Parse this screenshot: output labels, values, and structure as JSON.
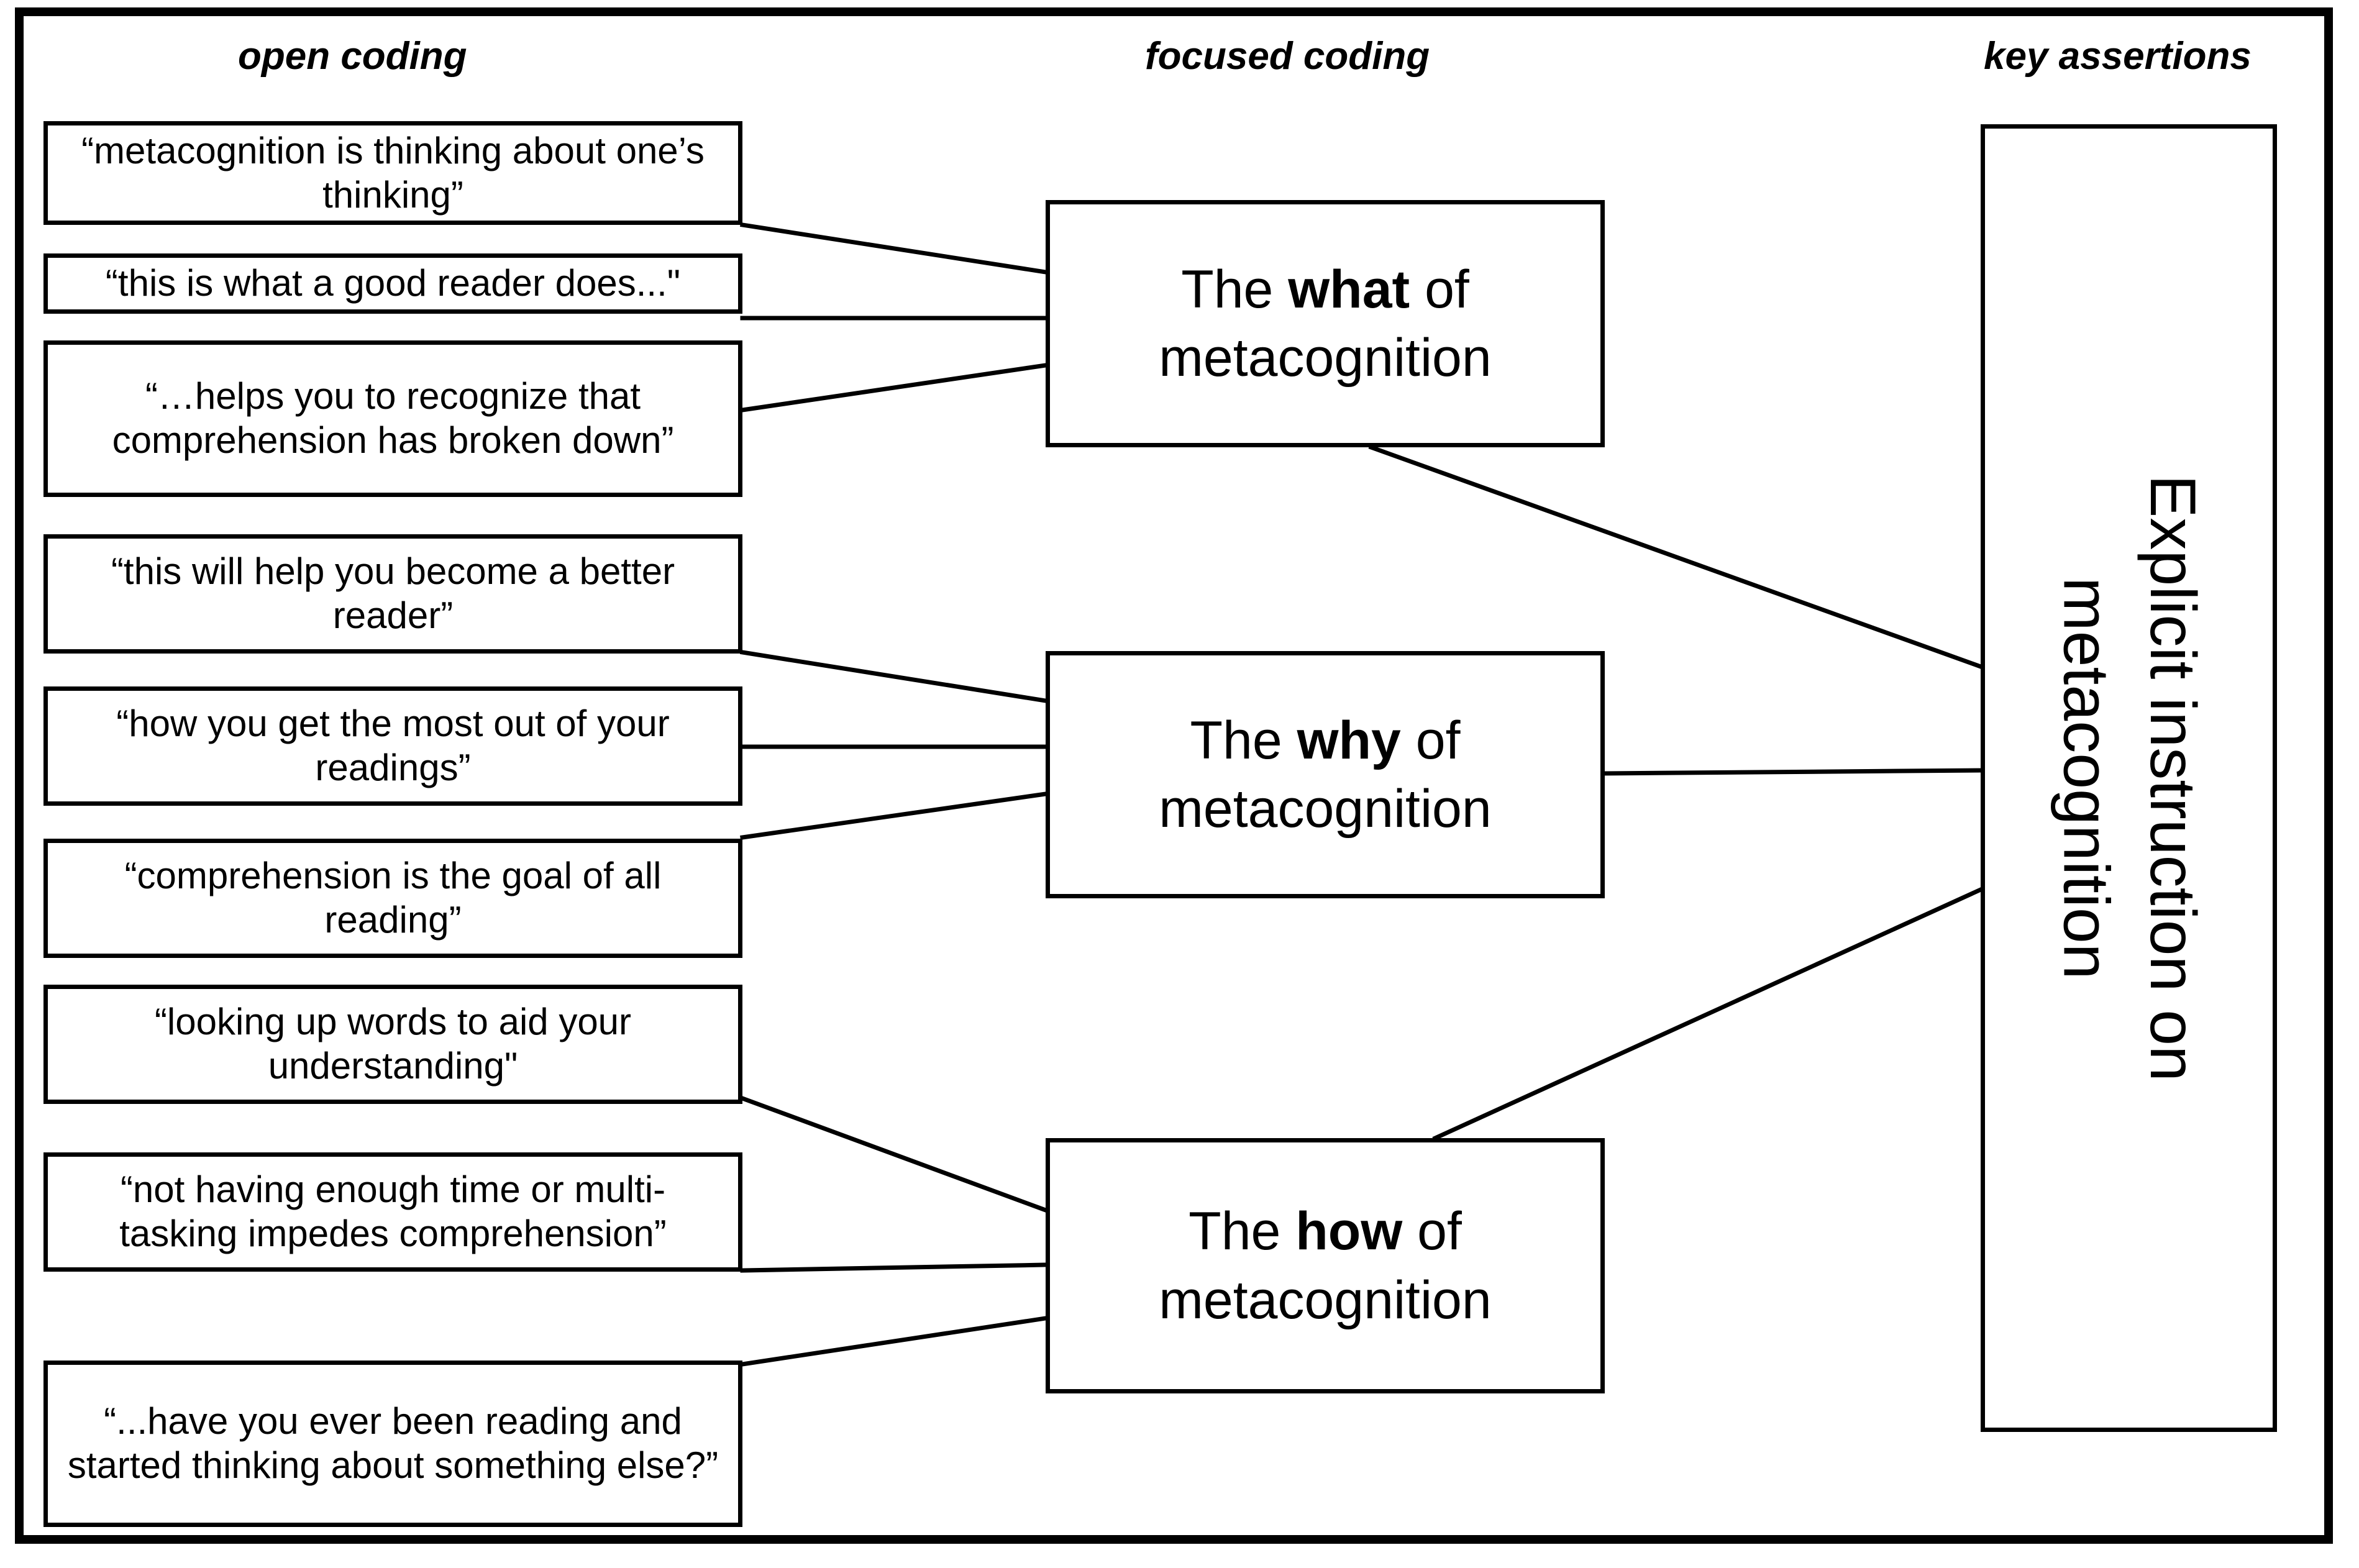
{
  "headers": {
    "open_coding": "open coding",
    "focused_coding": "focused coding",
    "key_assertions": "key assertions"
  },
  "open_coding_boxes": [
    {
      "id": "oc-1",
      "text": "“metacognition is thinking about one’s thinking”",
      "group": "what"
    },
    {
      "id": "oc-2",
      "text": "“this is what a good reader does...\"",
      "group": "what"
    },
    {
      "id": "oc-3",
      "text": "“…helps you to recognize that comprehension has broken down”",
      "group": "what"
    },
    {
      "id": "oc-4",
      "text": "“this will help you become a better reader”",
      "group": "why"
    },
    {
      "id": "oc-5",
      "text": "“how you get the most out of your readings”",
      "group": "why"
    },
    {
      "id": "oc-6",
      "text": "“comprehension is the goal of all reading”",
      "group": "why"
    },
    {
      "id": "oc-7",
      "text": "“looking up words to aid your understanding\"",
      "group": "how"
    },
    {
      "id": "oc-8",
      "text": "“not having enough time or multi-tasking impedes comprehension”",
      "group": "how"
    },
    {
      "id": "oc-9",
      "text": "“...have you ever been reading and started thinking about something else?”",
      "group": "how"
    }
  ],
  "focused_coding_boxes": [
    {
      "id": "fc-what",
      "prefix": "The ",
      "emphasis": "what",
      "suffix": " of metacognition"
    },
    {
      "id": "fc-why",
      "prefix": "The ",
      "emphasis": "why",
      "suffix": " of metacognition"
    },
    {
      "id": "fc-how",
      "prefix": "The ",
      "emphasis": "how",
      "suffix": " of metacognition"
    }
  ],
  "key_assertion": {
    "text": "Explicit instruction on\nmetacognition"
  },
  "colors": {
    "line": "#000000",
    "background": "#ffffff",
    "text": "#000000"
  }
}
